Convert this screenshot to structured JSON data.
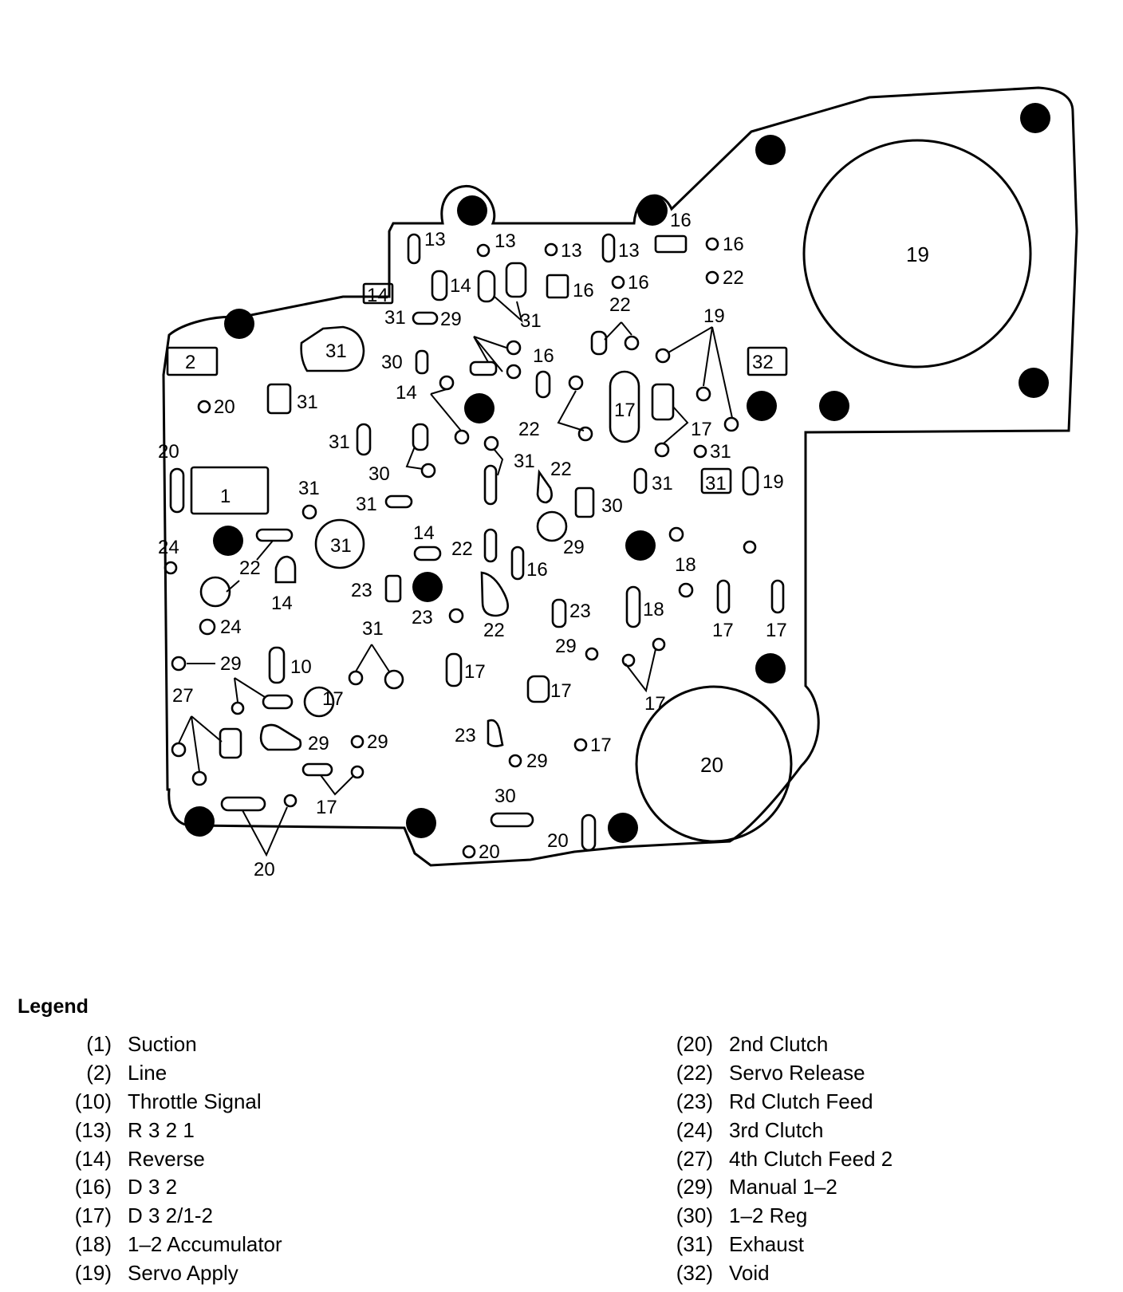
{
  "legend": {
    "title": "Legend",
    "left": [
      {
        "code": "(1)",
        "label": "Suction"
      },
      {
        "code": "(2)",
        "label": "Line"
      },
      {
        "code": "(10)",
        "label": "Throttle Signal"
      },
      {
        "code": "(13)",
        "label": "R 3 2 1"
      },
      {
        "code": "(14)",
        "label": "Reverse"
      },
      {
        "code": "(16)",
        "label": "D 3 2"
      },
      {
        "code": "(17)",
        "label": "D 3 2/1-2"
      },
      {
        "code": "(18)",
        "label": "1–2 Accumulator"
      },
      {
        "code": "(19)",
        "label": "Servo Apply"
      }
    ],
    "right": [
      {
        "code": "(20)",
        "label": "2nd Clutch"
      },
      {
        "code": "(22)",
        "label": "Servo Release"
      },
      {
        "code": "(23)",
        "label": "Rd Clutch Feed"
      },
      {
        "code": "(24)",
        "label": "3rd Clutch"
      },
      {
        "code": "(27)",
        "label": "4th Clutch Feed 2"
      },
      {
        "code": "(29)",
        "label": "Manual 1–2"
      },
      {
        "code": "(30)",
        "label": "1–2 Reg"
      },
      {
        "code": "(31)",
        "label": "Exhaust"
      },
      {
        "code": "(32)",
        "label": "Void"
      }
    ]
  },
  "diagram": {
    "labels": [
      "13",
      "13",
      "13",
      "13",
      "16",
      "16",
      "22",
      "14",
      "16",
      "16",
      "14",
      "31",
      "29",
      "31",
      "22",
      "19",
      "31",
      "2",
      "30",
      "16",
      "32",
      "14",
      "20",
      "31",
      "17",
      "22",
      "17",
      "31",
      "20",
      "31",
      "31",
      "22",
      "31",
      "31",
      "19",
      "31",
      "1",
      "31",
      "30",
      "30",
      "14",
      "22",
      "29",
      "24",
      "31",
      "22",
      "16",
      "18",
      "14",
      "23",
      "23",
      "23",
      "22",
      "18",
      "17",
      "17",
      "24",
      "31",
      "29",
      "29",
      "10",
      "17",
      "27",
      "17",
      "29",
      "29",
      "23",
      "29",
      "17",
      "20",
      "17",
      "30",
      "20",
      "20",
      "20"
    ]
  }
}
